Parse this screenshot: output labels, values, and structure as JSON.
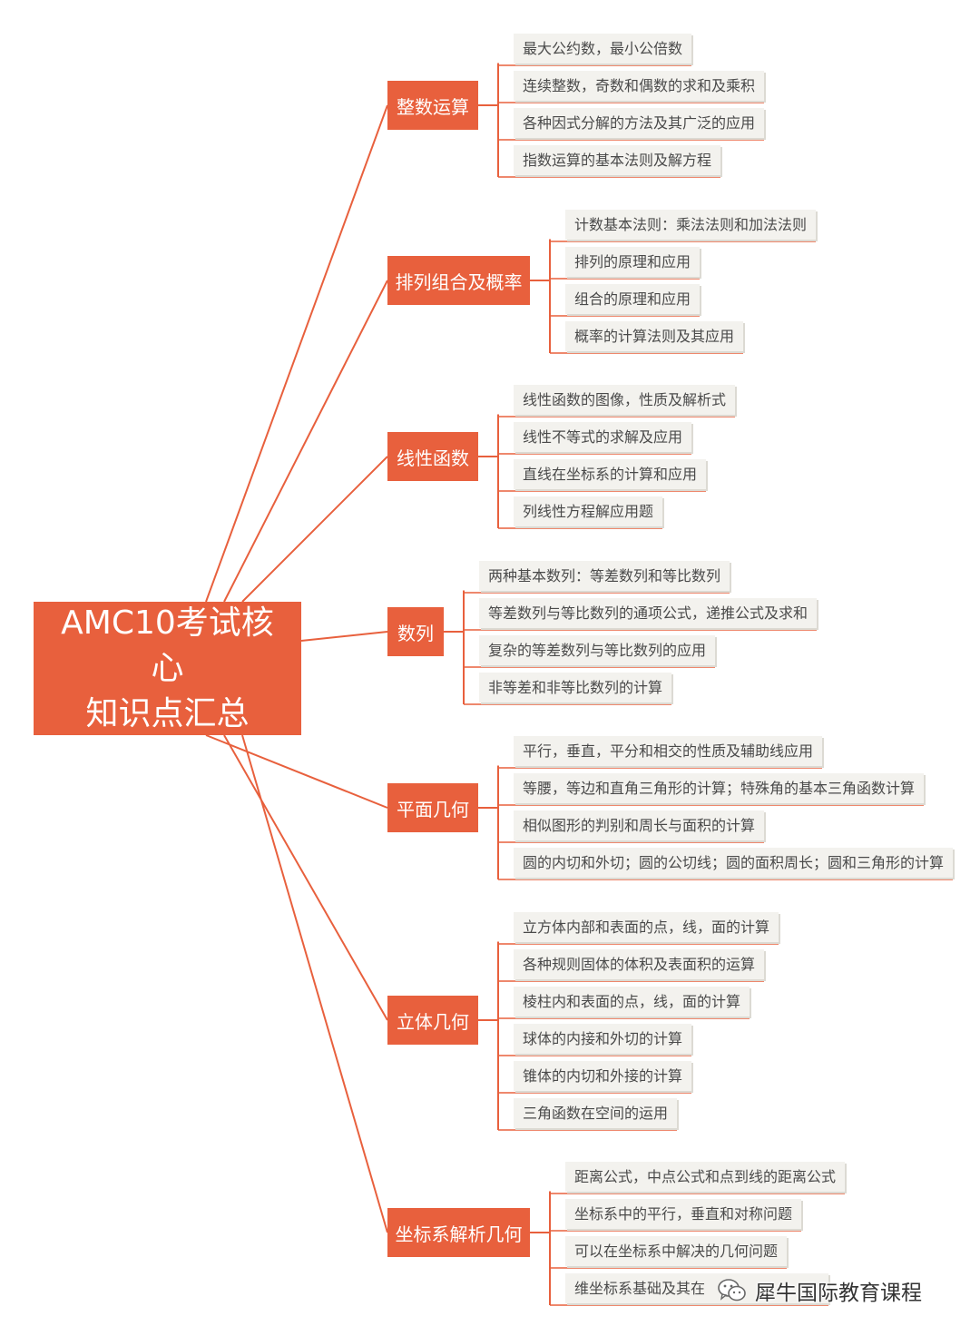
{
  "root": {
    "line1": "AMC10考试核心",
    "line2": "知识点汇总"
  },
  "colors": {
    "accent": "#e8603d",
    "leaf_bg": "#f3f2ee",
    "leaf_text": "#4a4a4a"
  },
  "branches": [
    {
      "label": "整数运算",
      "items": [
        "最大公约数，最小公倍数",
        "连续整数，奇数和偶数的求和及乘积",
        "各种因式分解的方法及其广泛的应用",
        "指数运算的基本法则及解方程"
      ]
    },
    {
      "label": "排列组合及概率",
      "items": [
        "计数基本法则：乘法法则和加法法则",
        "排列的原理和应用",
        "组合的原理和应用",
        "概率的计算法则及其应用"
      ]
    },
    {
      "label": "线性函数",
      "items": [
        "线性函数的图像，性质及解析式",
        "线性不等式的求解及应用",
        "直线在坐标系的计算和应用",
        "列线性方程解应用题"
      ]
    },
    {
      "label": "数列",
      "items": [
        "两种基本数列：等差数列和等比数列",
        "等差数列与等比数列的通项公式，递推公式及求和",
        "复杂的等差数列与等比数列的应用",
        "非等差和非等比数列的计算"
      ]
    },
    {
      "label": "平面几何",
      "items": [
        "平行，垂直，平分和相交的性质及辅助线应用",
        "等腰，等边和直角三角形的计算；特殊角的基本三角函数计算",
        "相似图形的判别和周长与面积的计算",
        "圆的内切和外切；圆的公切线；圆的面积周长；圆和三角形的计算"
      ]
    },
    {
      "label": "立体几何",
      "items": [
        "立方体内部和表面的点，线，面的计算",
        "各种规则固体的体积及表面积的运算",
        "棱柱内和表面的点，线，面的计算",
        "球体的内接和外切的计算",
        "锥体的内切和外接的计算",
        "三角函数在空间的运用"
      ]
    },
    {
      "label": "坐标系解析几何",
      "items": [
        "距离公式，中点公式和点到线的距离公式",
        "坐标系中的平行，垂直和对称问题",
        "可以在坐标系中解决的几何问题",
        "维坐标系基础及其在"
      ]
    }
  ],
  "watermark": {
    "icon": "wechat-icon",
    "text": "犀牛国际教育课程"
  }
}
